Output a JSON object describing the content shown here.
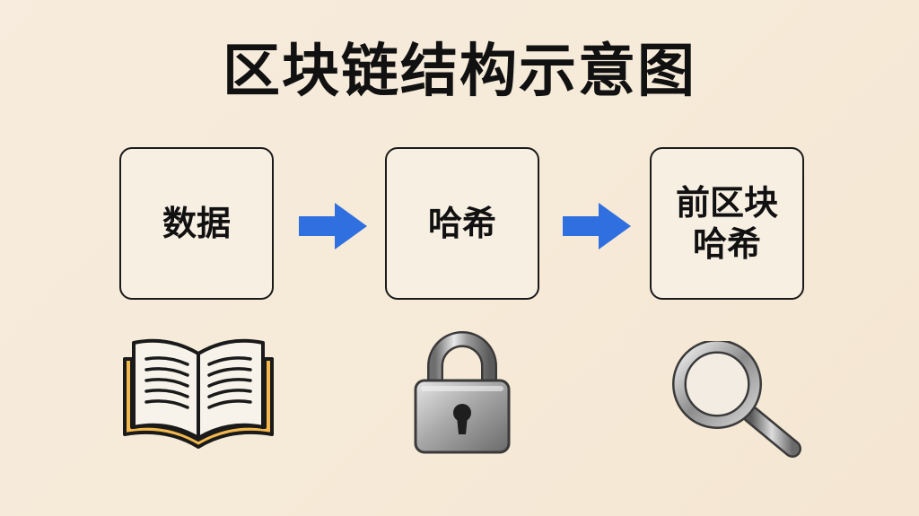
{
  "title": "区块链结构示意图",
  "blocks": [
    {
      "label": "数据",
      "icon": "book-icon"
    },
    {
      "label": "哈希",
      "icon": "lock-icon"
    },
    {
      "label": "前区块哈希",
      "icon": "magnifier-icon"
    }
  ],
  "colors": {
    "arrow": "#2f6fe0",
    "box_border": "#1a1a1a",
    "background": "#f6ead8",
    "book_cover": "#f2b84e"
  }
}
